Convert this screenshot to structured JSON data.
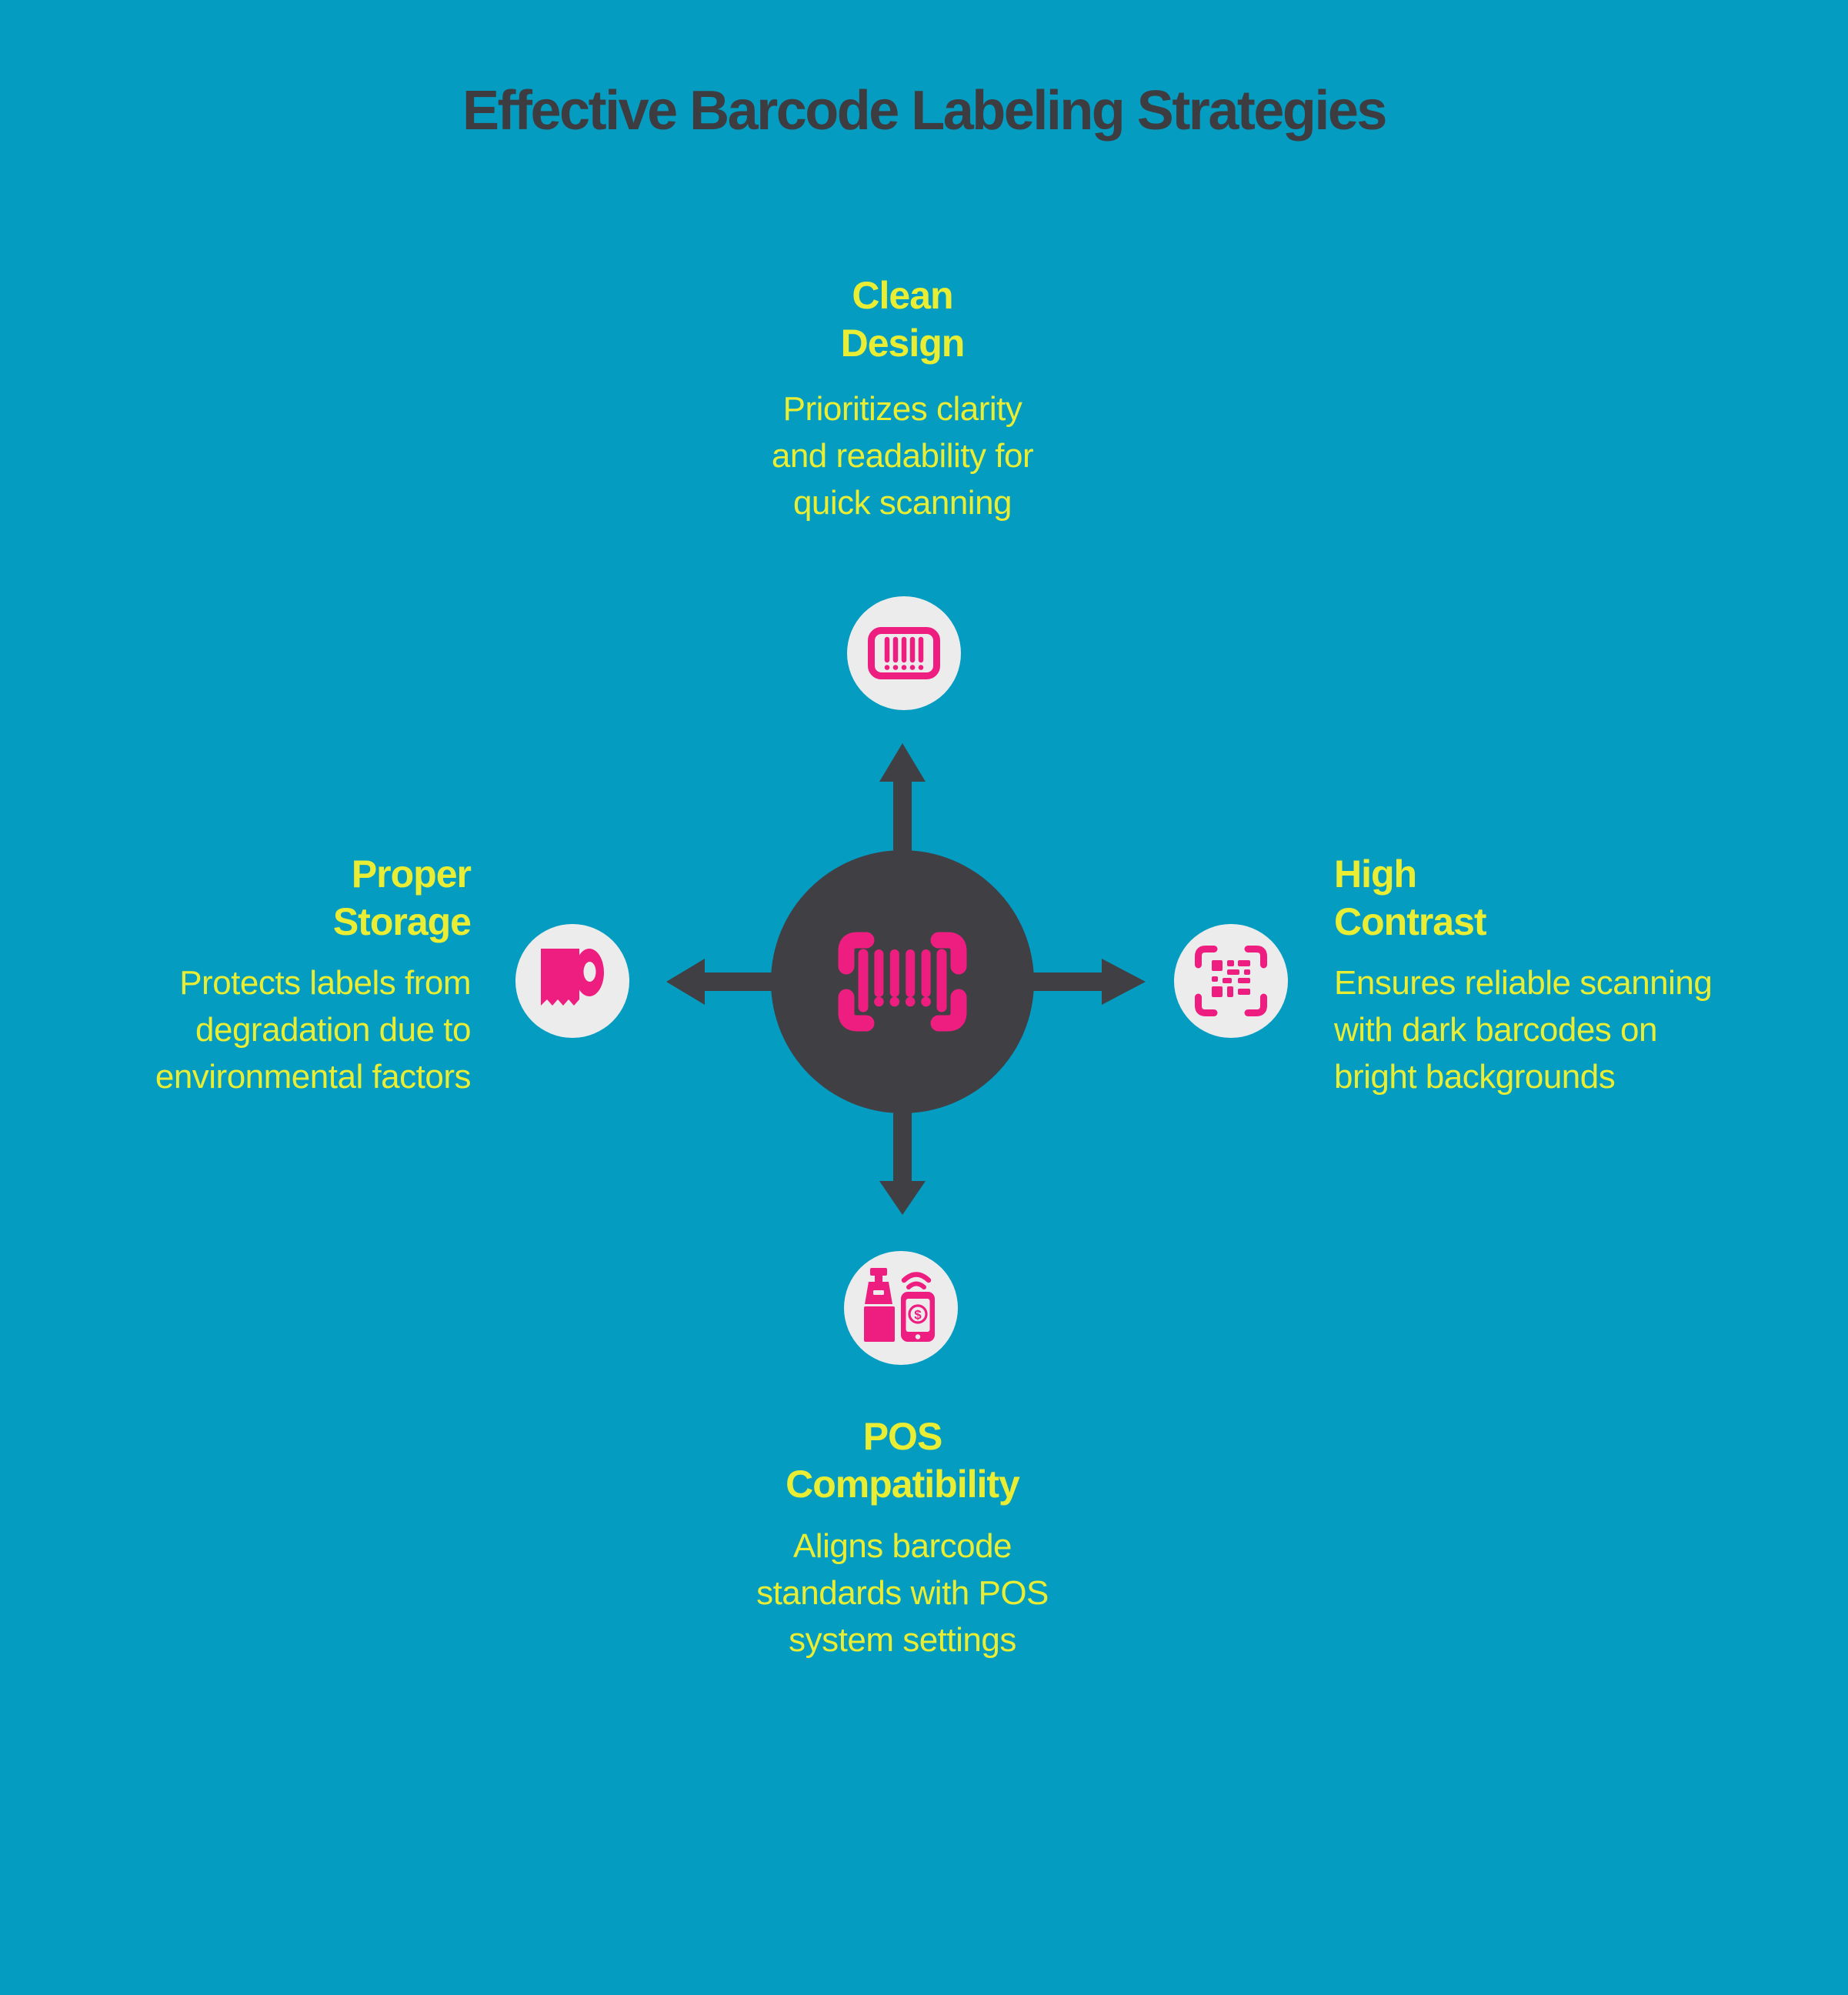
{
  "title": "Effective Barcode Labeling Strategies",
  "colors": {
    "background": "#049dc1",
    "yellow": "#e9ed33",
    "pink": "#ed1e80",
    "dark": "#3f3f44",
    "circle_white": "#edecec",
    "title_text": "#3d3c40"
  },
  "center": {
    "icon": "barcode-scan-icon"
  },
  "sections": {
    "top": {
      "heading": "Clean\nDesign",
      "body": "Prioritizes clarity\nand readability for\nquick scanning",
      "icon": "barcode-label-icon"
    },
    "right": {
      "heading": "High\nContrast",
      "body": "Ensures reliable scanning\nwith dark barcodes on\nbright backgrounds",
      "icon": "qr-scan-frame-icon"
    },
    "bottom": {
      "heading": "POS\nCompatibility",
      "body": "Aligns barcode\nstandards with POS\nsystem settings",
      "icon": "pos-payment-icon",
      "currency_symbol": "$"
    },
    "left": {
      "heading": "Proper\nStorage",
      "body": "Protects labels from\ndegradation due to\nenvironmental factors",
      "icon": "label-roll-icon"
    }
  }
}
